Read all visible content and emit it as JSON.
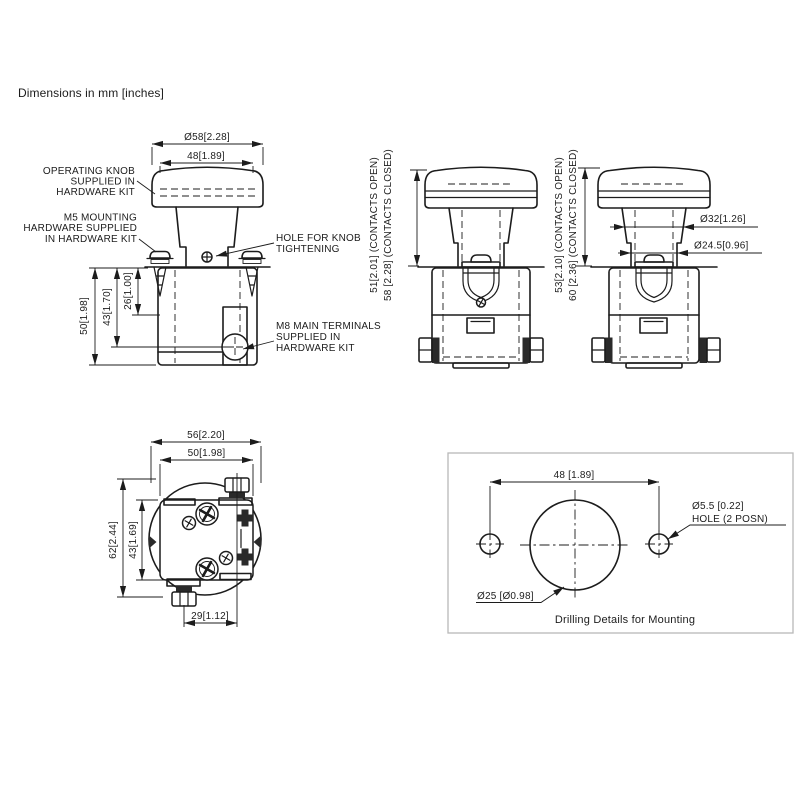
{
  "title": "Dimensions in mm [inches]",
  "colors": {
    "line": "#1c1c1c",
    "background": "#ffffff",
    "panel_border": "#b8b8b8"
  },
  "front_view": {
    "dims": {
      "knob_outer_dia": "Ø58[2.28]",
      "knob_face": "48[1.89]",
      "height_total": "50[1.98]",
      "height_terminal": "43[1.70]",
      "height_contact": "26[1.00]"
    },
    "labels": {
      "operating_knob": [
        "OPERATING KNOB",
        "SUPPLIED IN",
        "HARDWARE KIT"
      ],
      "m5_mounting": [
        "M5 MOUNTING",
        "HARDWARE SUPPLIED",
        "IN HARDWARE KIT"
      ],
      "knob_hole": [
        "HOLE FOR KNOB",
        "TIGHTENING"
      ],
      "m8_terminals": [
        "M8 MAIN TERMINALS",
        "SUPPLIED IN",
        "HARDWARE KIT"
      ]
    }
  },
  "side_view_a": {
    "dims": {
      "contacts_open": "51[2.01] (CONTACTS OPEN)",
      "contacts_closed": "58 [2.28] (CONTACTS CLOSED)"
    }
  },
  "side_view_b": {
    "dims": {
      "contacts_open": "53[2.10] (CONTACTS OPEN)",
      "contacts_closed": "60 [2.36] (CONTACTS CLOSED)",
      "stem_dia": "Ø32[1.26]",
      "neck_dia": "Ø24.5[0.96]"
    }
  },
  "rear_view": {
    "dims": {
      "width_overall": "56[2.20]",
      "width_body": "50[1.98]",
      "height_overall": "62[2.44]",
      "height_body": "43[1.69]",
      "stud_offset": "29[1.12]"
    }
  },
  "drilling_panel": {
    "dims": {
      "hole_spacing": "48 [1.89]"
    },
    "labels": {
      "small_hole": [
        "Ø5.5 [0.22]",
        "HOLE (2 POSN)"
      ],
      "main_hole": "Ø25 [Ø0.98]"
    },
    "caption": "Drilling Details for Mounting"
  }
}
